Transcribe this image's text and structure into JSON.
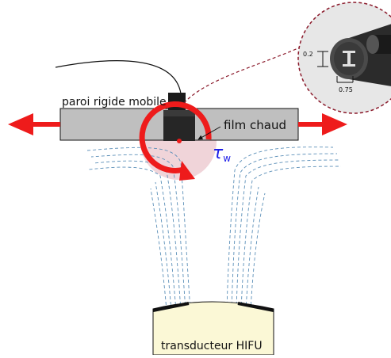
{
  "labels": {
    "wall": "paroi rigide mobile",
    "film": "film chaud",
    "tau_symbol": "τ",
    "tau_subscript": "w",
    "transducer": "transducteur HIFU"
  },
  "inset": {
    "dim_diameter": "0.2",
    "dim_length": "0.75"
  },
  "colors": {
    "arrow_red": "#ee1b1b",
    "wall_gray": "#bfbfbf",
    "flow_blue": "#5b8fb8",
    "focus_pink": "#ecc9cf",
    "transducer_fill": "#fbf8d6",
    "tau_blue": "#1d1de8",
    "inset_bg": "#e7e7e7",
    "dashed_link": "#8b1a2b"
  }
}
